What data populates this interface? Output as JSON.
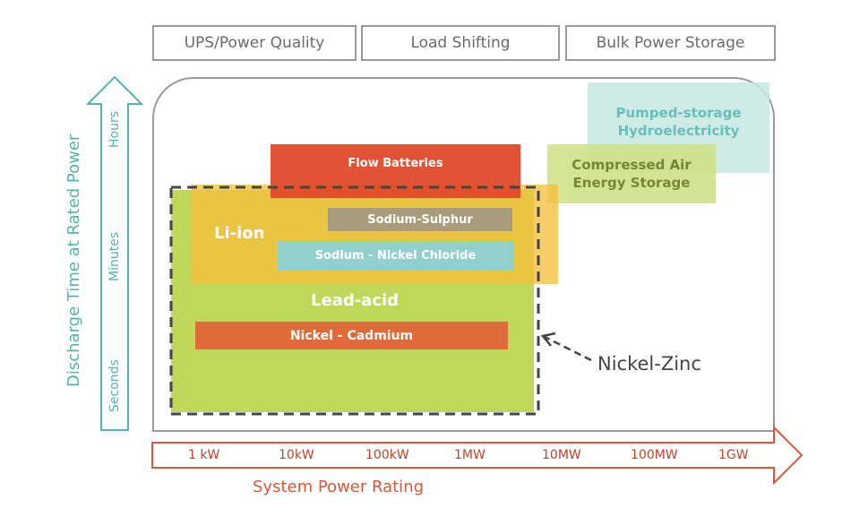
{
  "categories": [
    "UPS/Power Quality",
    "Load Shifting",
    "Bulk Power Storage"
  ],
  "technologies": {
    "pumped": "Pumped-storage Hydroelectricity",
    "caes_line1": "Compressed Air",
    "caes_line2": "Energy Storage",
    "flow": "Flow Batteries",
    "liion": "Li-ion",
    "sodium_sulphur": "Sodium-Sulphur",
    "sodium_nickel": "Sodium - Nickel Chloride",
    "lead_acid": "Lead-acid",
    "nickel_cadmium": "Nickel - Cadmium",
    "nickel_zinc": "Nickel-Zinc"
  },
  "y_axis": {
    "title": "Discharge Time at Rated Power",
    "ticks": [
      "Seconds",
      "Minutes",
      "Hours"
    ]
  },
  "x_axis": {
    "title": "System Power Rating",
    "ticks": [
      "1 kW",
      "10kW",
      "100kW",
      "1MW",
      "10MW",
      "100MW",
      "1GW"
    ]
  },
  "colors": {
    "axis_y": "#52b5ad",
    "axis_x": "#d9573a",
    "lead_acid": "#bfd85a",
    "liion": "#f5c64a",
    "flow": "#e04a2a",
    "nickel_cadmium": "#df6b3a",
    "sodium_sulphur": "#a89c7c",
    "sodium_nickel": "#93cfcc",
    "caes": "#cfe28a",
    "pumped": "#c7e8e2"
  }
}
